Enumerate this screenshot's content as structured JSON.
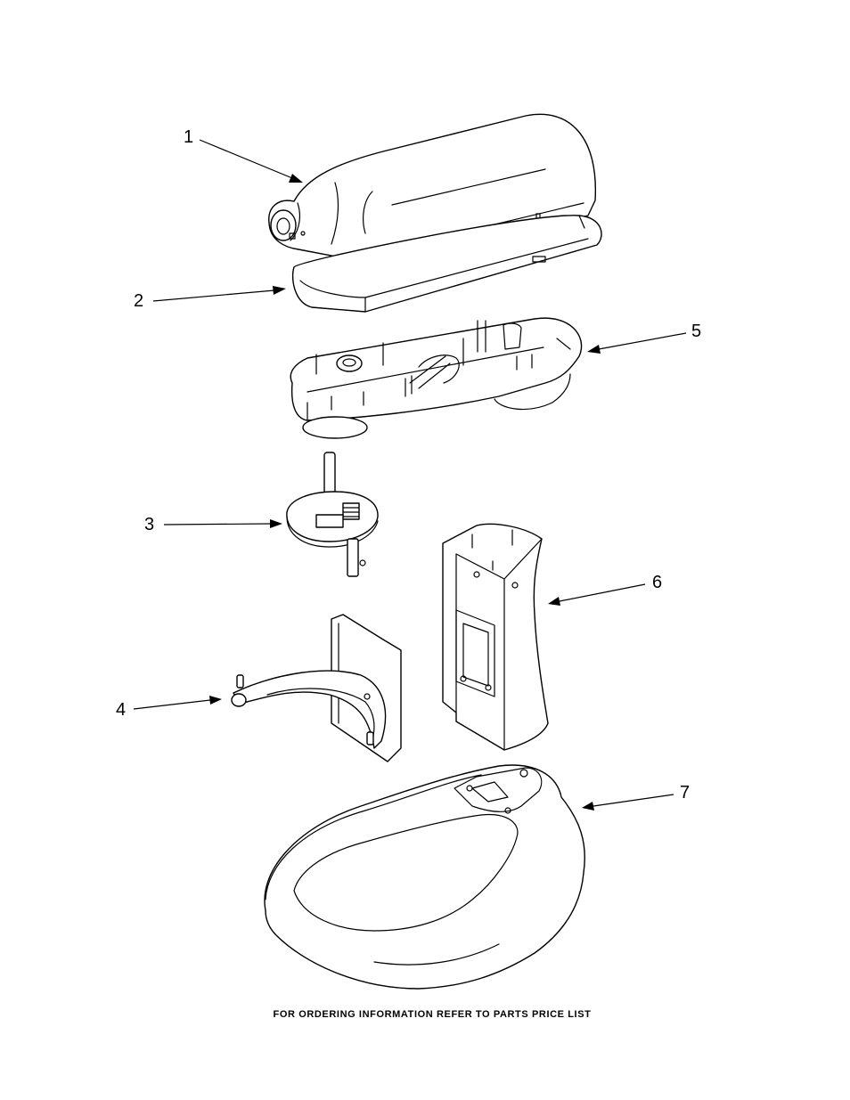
{
  "callouts": [
    {
      "id": "1",
      "label": "1"
    },
    {
      "id": "2",
      "label": "2"
    },
    {
      "id": "3",
      "label": "3"
    },
    {
      "id": "4",
      "label": "4"
    },
    {
      "id": "5",
      "label": "5"
    },
    {
      "id": "6",
      "label": "6"
    },
    {
      "id": "7",
      "label": "7"
    }
  ],
  "footer": {
    "text": "FOR ORDERING INFORMATION REFER TO PARTS PRICE LIST"
  }
}
